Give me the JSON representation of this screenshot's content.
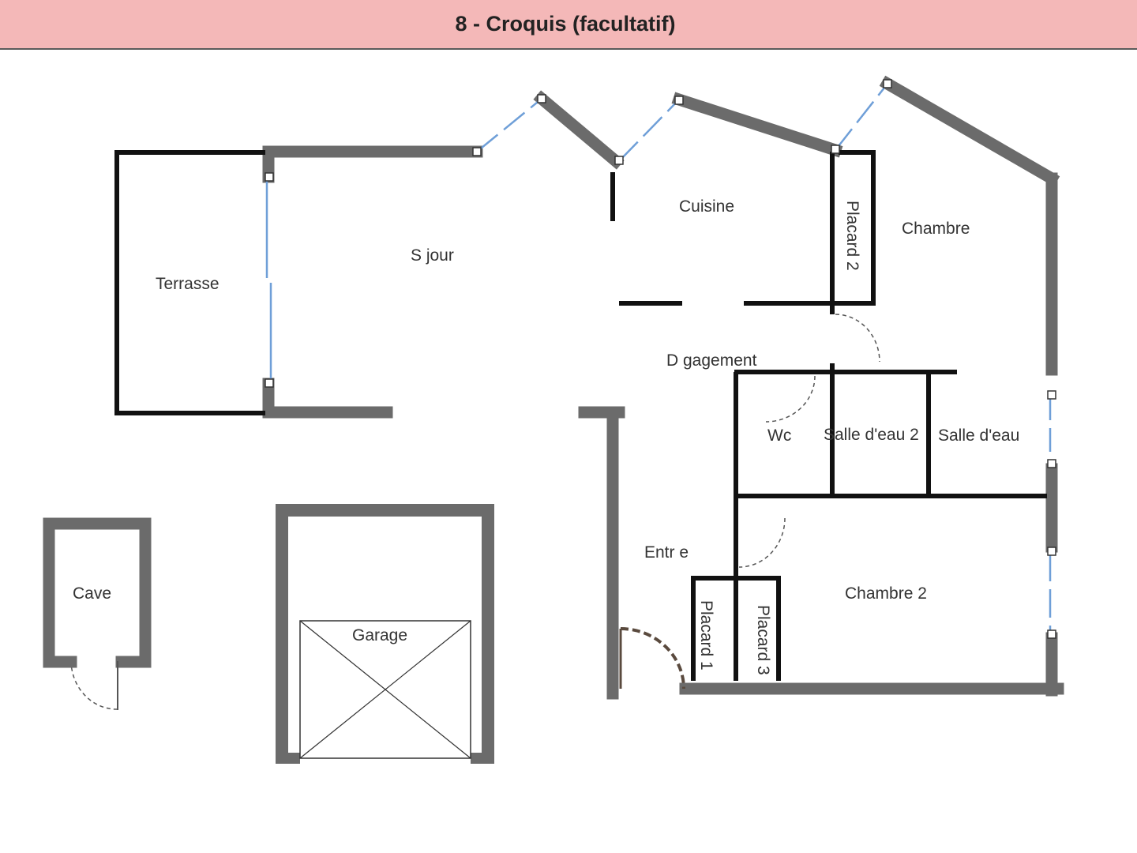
{
  "header": {
    "title": "8 - Croquis (facultatif)",
    "background_color": "#f4b8b8"
  },
  "rooms": {
    "terrasse": "Terrasse",
    "sejour": "S jour",
    "cuisine": "Cuisine",
    "placard2": "Placard 2",
    "chambre": "Chambre",
    "degagement": "D gagement",
    "wc": "Wc",
    "salle_eau2": "Salle d'eau 2",
    "salle_eau": "Salle d'eau",
    "entree": "Entr e",
    "chambre2": "Chambre 2",
    "placard1": "Placard 1",
    "placard3": "Placard 3",
    "cave": "Cave",
    "garage": "Garage"
  },
  "colors": {
    "exterior_wall": "#6b6b6b",
    "interior_wall": "#111111",
    "window": "#6f9fd8",
    "door_swing": "#555555",
    "entry_door": "#5a4a3e"
  }
}
